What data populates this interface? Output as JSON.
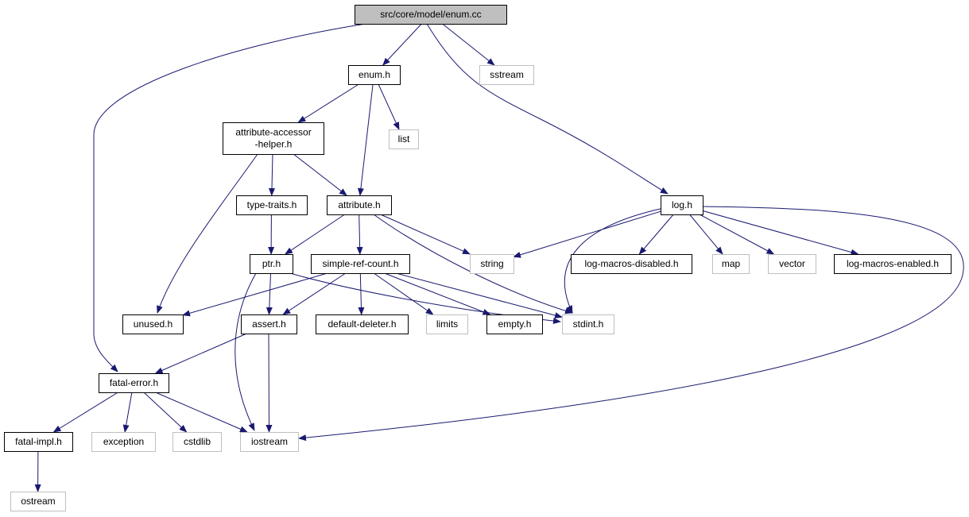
{
  "colors": {
    "edge": "#191970",
    "node_border": "#000000",
    "external_border": "#bfbfbf",
    "root_fill": "#bfbfbf",
    "fill": "#ffffff"
  },
  "nodes": {
    "root": {
      "lines": [
        "src/core/model/enum.cc"
      ],
      "kind": "root"
    },
    "enum_h": {
      "lines": [
        "enum.h"
      ],
      "kind": "internal"
    },
    "sstream": {
      "lines": [
        "sstream"
      ],
      "kind": "external"
    },
    "list": {
      "lines": [
        "list"
      ],
      "kind": "external"
    },
    "attr_accessor": {
      "lines": [
        "attribute-accessor",
        "-helper.h"
      ],
      "kind": "internal"
    },
    "type_traits": {
      "lines": [
        "type-traits.h"
      ],
      "kind": "internal"
    },
    "attribute_h": {
      "lines": [
        "attribute.h"
      ],
      "kind": "internal"
    },
    "log_h": {
      "lines": [
        "log.h"
      ],
      "kind": "internal"
    },
    "ptr_h": {
      "lines": [
        "ptr.h"
      ],
      "kind": "internal"
    },
    "simple_ref": {
      "lines": [
        "simple-ref-count.h"
      ],
      "kind": "internal"
    },
    "string": {
      "lines": [
        "string"
      ],
      "kind": "external"
    },
    "log_disabled": {
      "lines": [
        "log-macros-disabled.h"
      ],
      "kind": "internal"
    },
    "map": {
      "lines": [
        "map"
      ],
      "kind": "external"
    },
    "vector": {
      "lines": [
        "vector"
      ],
      "kind": "external"
    },
    "log_enabled": {
      "lines": [
        "log-macros-enabled.h"
      ],
      "kind": "internal"
    },
    "unused_h": {
      "lines": [
        "unused.h"
      ],
      "kind": "internal"
    },
    "assert_h": {
      "lines": [
        "assert.h"
      ],
      "kind": "internal"
    },
    "default_deleter": {
      "lines": [
        "default-deleter.h"
      ],
      "kind": "internal"
    },
    "limits": {
      "lines": [
        "limits"
      ],
      "kind": "external"
    },
    "empty_h": {
      "lines": [
        "empty.h"
      ],
      "kind": "internal"
    },
    "stdint": {
      "lines": [
        "stdint.h"
      ],
      "kind": "external"
    },
    "fatal_error": {
      "lines": [
        "fatal-error.h"
      ],
      "kind": "internal"
    },
    "fatal_impl": {
      "lines": [
        "fatal-impl.h"
      ],
      "kind": "internal"
    },
    "exception": {
      "lines": [
        "exception"
      ],
      "kind": "external"
    },
    "cstdlib": {
      "lines": [
        "cstdlib"
      ],
      "kind": "external"
    },
    "iostream": {
      "lines": [
        "iostream"
      ],
      "kind": "external"
    },
    "ostream": {
      "lines": [
        "ostream"
      ],
      "kind": "external"
    }
  },
  "edges": [
    [
      "root",
      "enum_h"
    ],
    [
      "root",
      "sstream"
    ],
    [
      "root",
      "log_h"
    ],
    [
      "root",
      "fatal_error"
    ],
    [
      "enum_h",
      "attr_accessor"
    ],
    [
      "enum_h",
      "list"
    ],
    [
      "enum_h",
      "attribute_h"
    ],
    [
      "attr_accessor",
      "type_traits"
    ],
    [
      "attr_accessor",
      "attribute_h"
    ],
    [
      "attr_accessor",
      "unused_h"
    ],
    [
      "type_traits",
      "ptr_h"
    ],
    [
      "attribute_h",
      "ptr_h"
    ],
    [
      "attribute_h",
      "simple_ref"
    ],
    [
      "attribute_h",
      "string"
    ],
    [
      "attribute_h",
      "stdint"
    ],
    [
      "ptr_h",
      "assert_h"
    ],
    [
      "ptr_h",
      "stdint"
    ],
    [
      "ptr_h",
      "iostream"
    ],
    [
      "simple_ref",
      "unused_h"
    ],
    [
      "simple_ref",
      "assert_h"
    ],
    [
      "simple_ref",
      "default_deleter"
    ],
    [
      "simple_ref",
      "limits"
    ],
    [
      "simple_ref",
      "empty_h"
    ],
    [
      "simple_ref",
      "stdint"
    ],
    [
      "log_h",
      "string"
    ],
    [
      "log_h",
      "log_disabled"
    ],
    [
      "log_h",
      "map"
    ],
    [
      "log_h",
      "vector"
    ],
    [
      "log_h",
      "log_enabled"
    ],
    [
      "log_h",
      "stdint"
    ],
    [
      "log_h",
      "iostream"
    ],
    [
      "assert_h",
      "fatal_error"
    ],
    [
      "assert_h",
      "iostream"
    ],
    [
      "fatal_error",
      "fatal_impl"
    ],
    [
      "fatal_error",
      "exception"
    ],
    [
      "fatal_error",
      "cstdlib"
    ],
    [
      "fatal_error",
      "iostream"
    ],
    [
      "fatal_impl",
      "ostream"
    ]
  ]
}
